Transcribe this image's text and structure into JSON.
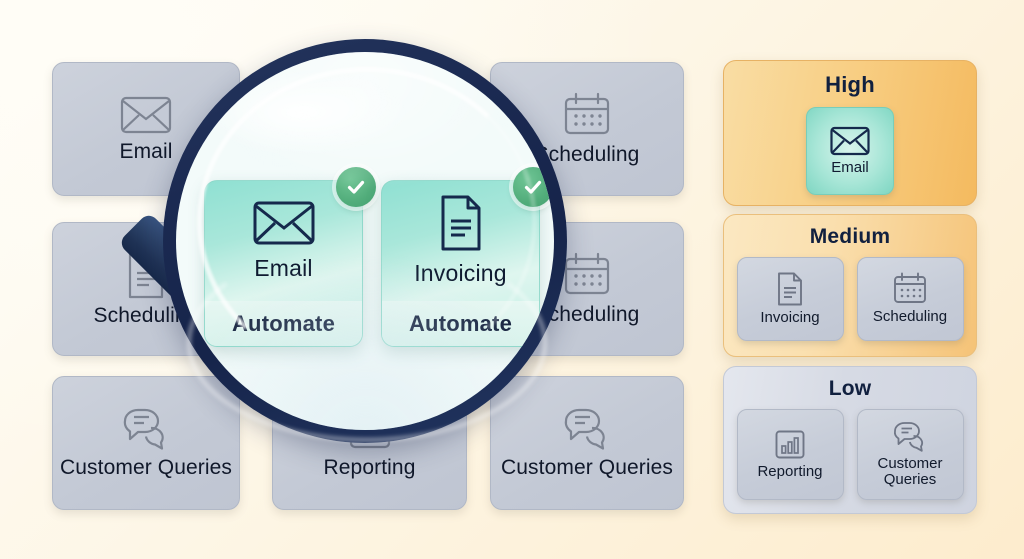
{
  "background_grid": {
    "cards": [
      {
        "label": "Email",
        "icon": "envelope-icon"
      },
      {
        "label": "Invoicing",
        "icon": "document-icon"
      },
      {
        "label": "Scheduling",
        "icon": "calendar-icon"
      },
      {
        "label": "Scheduling",
        "icon": "document-icon"
      },
      {
        "label": "Invoicing",
        "icon": "document-icon"
      },
      {
        "label": "Scheduling",
        "icon": "calendar-icon"
      },
      {
        "label": "Customer Queries",
        "icon": "chat-bubbles-icon"
      },
      {
        "label": "Reporting",
        "icon": "bar-chart-icon"
      },
      {
        "label": "Customer Queries",
        "icon": "chat-bubbles-icon"
      }
    ]
  },
  "magnifier": {
    "name": "magnifying-glass",
    "rim_color": "#1b2a52",
    "handle_color": "#2c4369",
    "ferrule_color": "#f8c468",
    "zoomed_cards": [
      {
        "label": "Email",
        "icon": "envelope-icon",
        "action": "Automate",
        "badge": "check-icon"
      },
      {
        "label": "Invoicing",
        "icon": "document-icon",
        "action": "Automate",
        "badge": "check-icon"
      }
    ]
  },
  "priority_panels": [
    {
      "title": "High",
      "accent": "#f4ba5f",
      "items": [
        {
          "label": "Email",
          "icon": "envelope-icon",
          "highlighted": true
        }
      ]
    },
    {
      "title": "Medium",
      "accent": "#f5c377",
      "items": [
        {
          "label": "Invoicing",
          "icon": "document-icon",
          "highlighted": false
        },
        {
          "label": "Scheduling",
          "icon": "calendar-icon",
          "highlighted": false
        }
      ]
    },
    {
      "title": "Low",
      "accent": "#cfd4e0",
      "items": [
        {
          "label": "Reporting",
          "icon": "bar-chart-icon",
          "highlighted": false
        },
        {
          "label": "Customer Queries",
          "icon": "chat-bubbles-icon",
          "highlighted": false
        }
      ]
    }
  ],
  "colors": {
    "page_background": "#fdf7ea",
    "card_gray": "#c6ccd8",
    "teal": "#8fe0d2",
    "navy": "#1b2a52",
    "check_green": "#52ad7b"
  }
}
